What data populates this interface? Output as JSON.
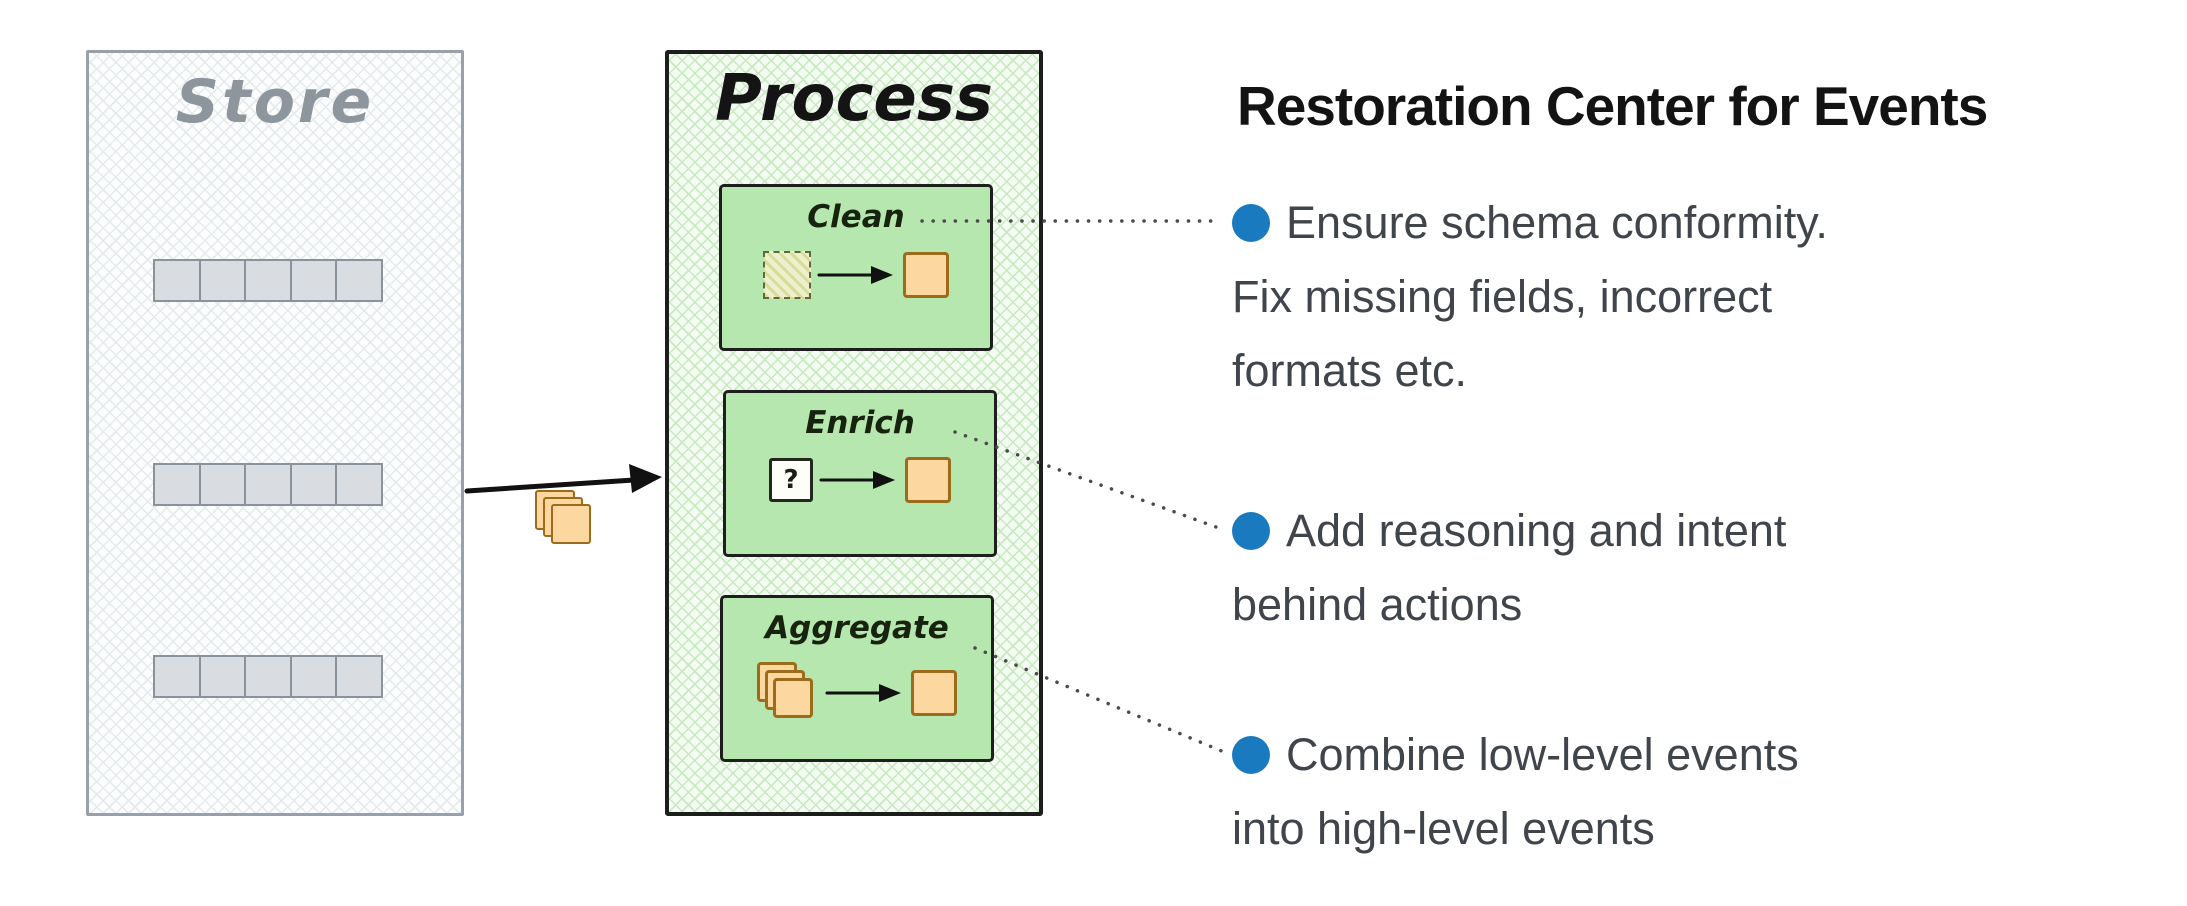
{
  "store": {
    "title": "Store",
    "row_count": 3,
    "cells_per_row": 5
  },
  "process": {
    "title": "Process",
    "steps": [
      {
        "label": "Clean"
      },
      {
        "label": "Enrich",
        "icon_text": "?"
      },
      {
        "label": "Aggregate"
      }
    ]
  },
  "panel": {
    "title": "Restoration Center for Events",
    "bullets": [
      {
        "text": "Ensure schema conformity. Fix missing fields, incorrect formats etc.",
        "lines": [
          "Ensure schema conformity.",
          "Fix missing fields, incorrect",
          "formats etc."
        ]
      },
      {
        "text": "Add reasoning and intent behind actions",
        "lines": [
          "Add reasoning and intent",
          "behind actions"
        ]
      },
      {
        "text": "Combine low-level events into high-level events",
        "lines": [
          "Combine low-level events",
          "into high-level events"
        ]
      }
    ]
  },
  "icons": {
    "bullet": "filled-blue-circle",
    "flow_arrow": "arrow-right",
    "raw_event": "hatched-square",
    "unknown_event": "question-square",
    "clean_event": "orange-square",
    "event_stack": "stacked-orange-cards"
  },
  "colors": {
    "bullet_blue": "#1a7abf",
    "process_green": "#b5e7ae",
    "card_orange": "#fcd7a0",
    "store_gray": "#98a0a9",
    "text_dark": "#3f454b"
  }
}
